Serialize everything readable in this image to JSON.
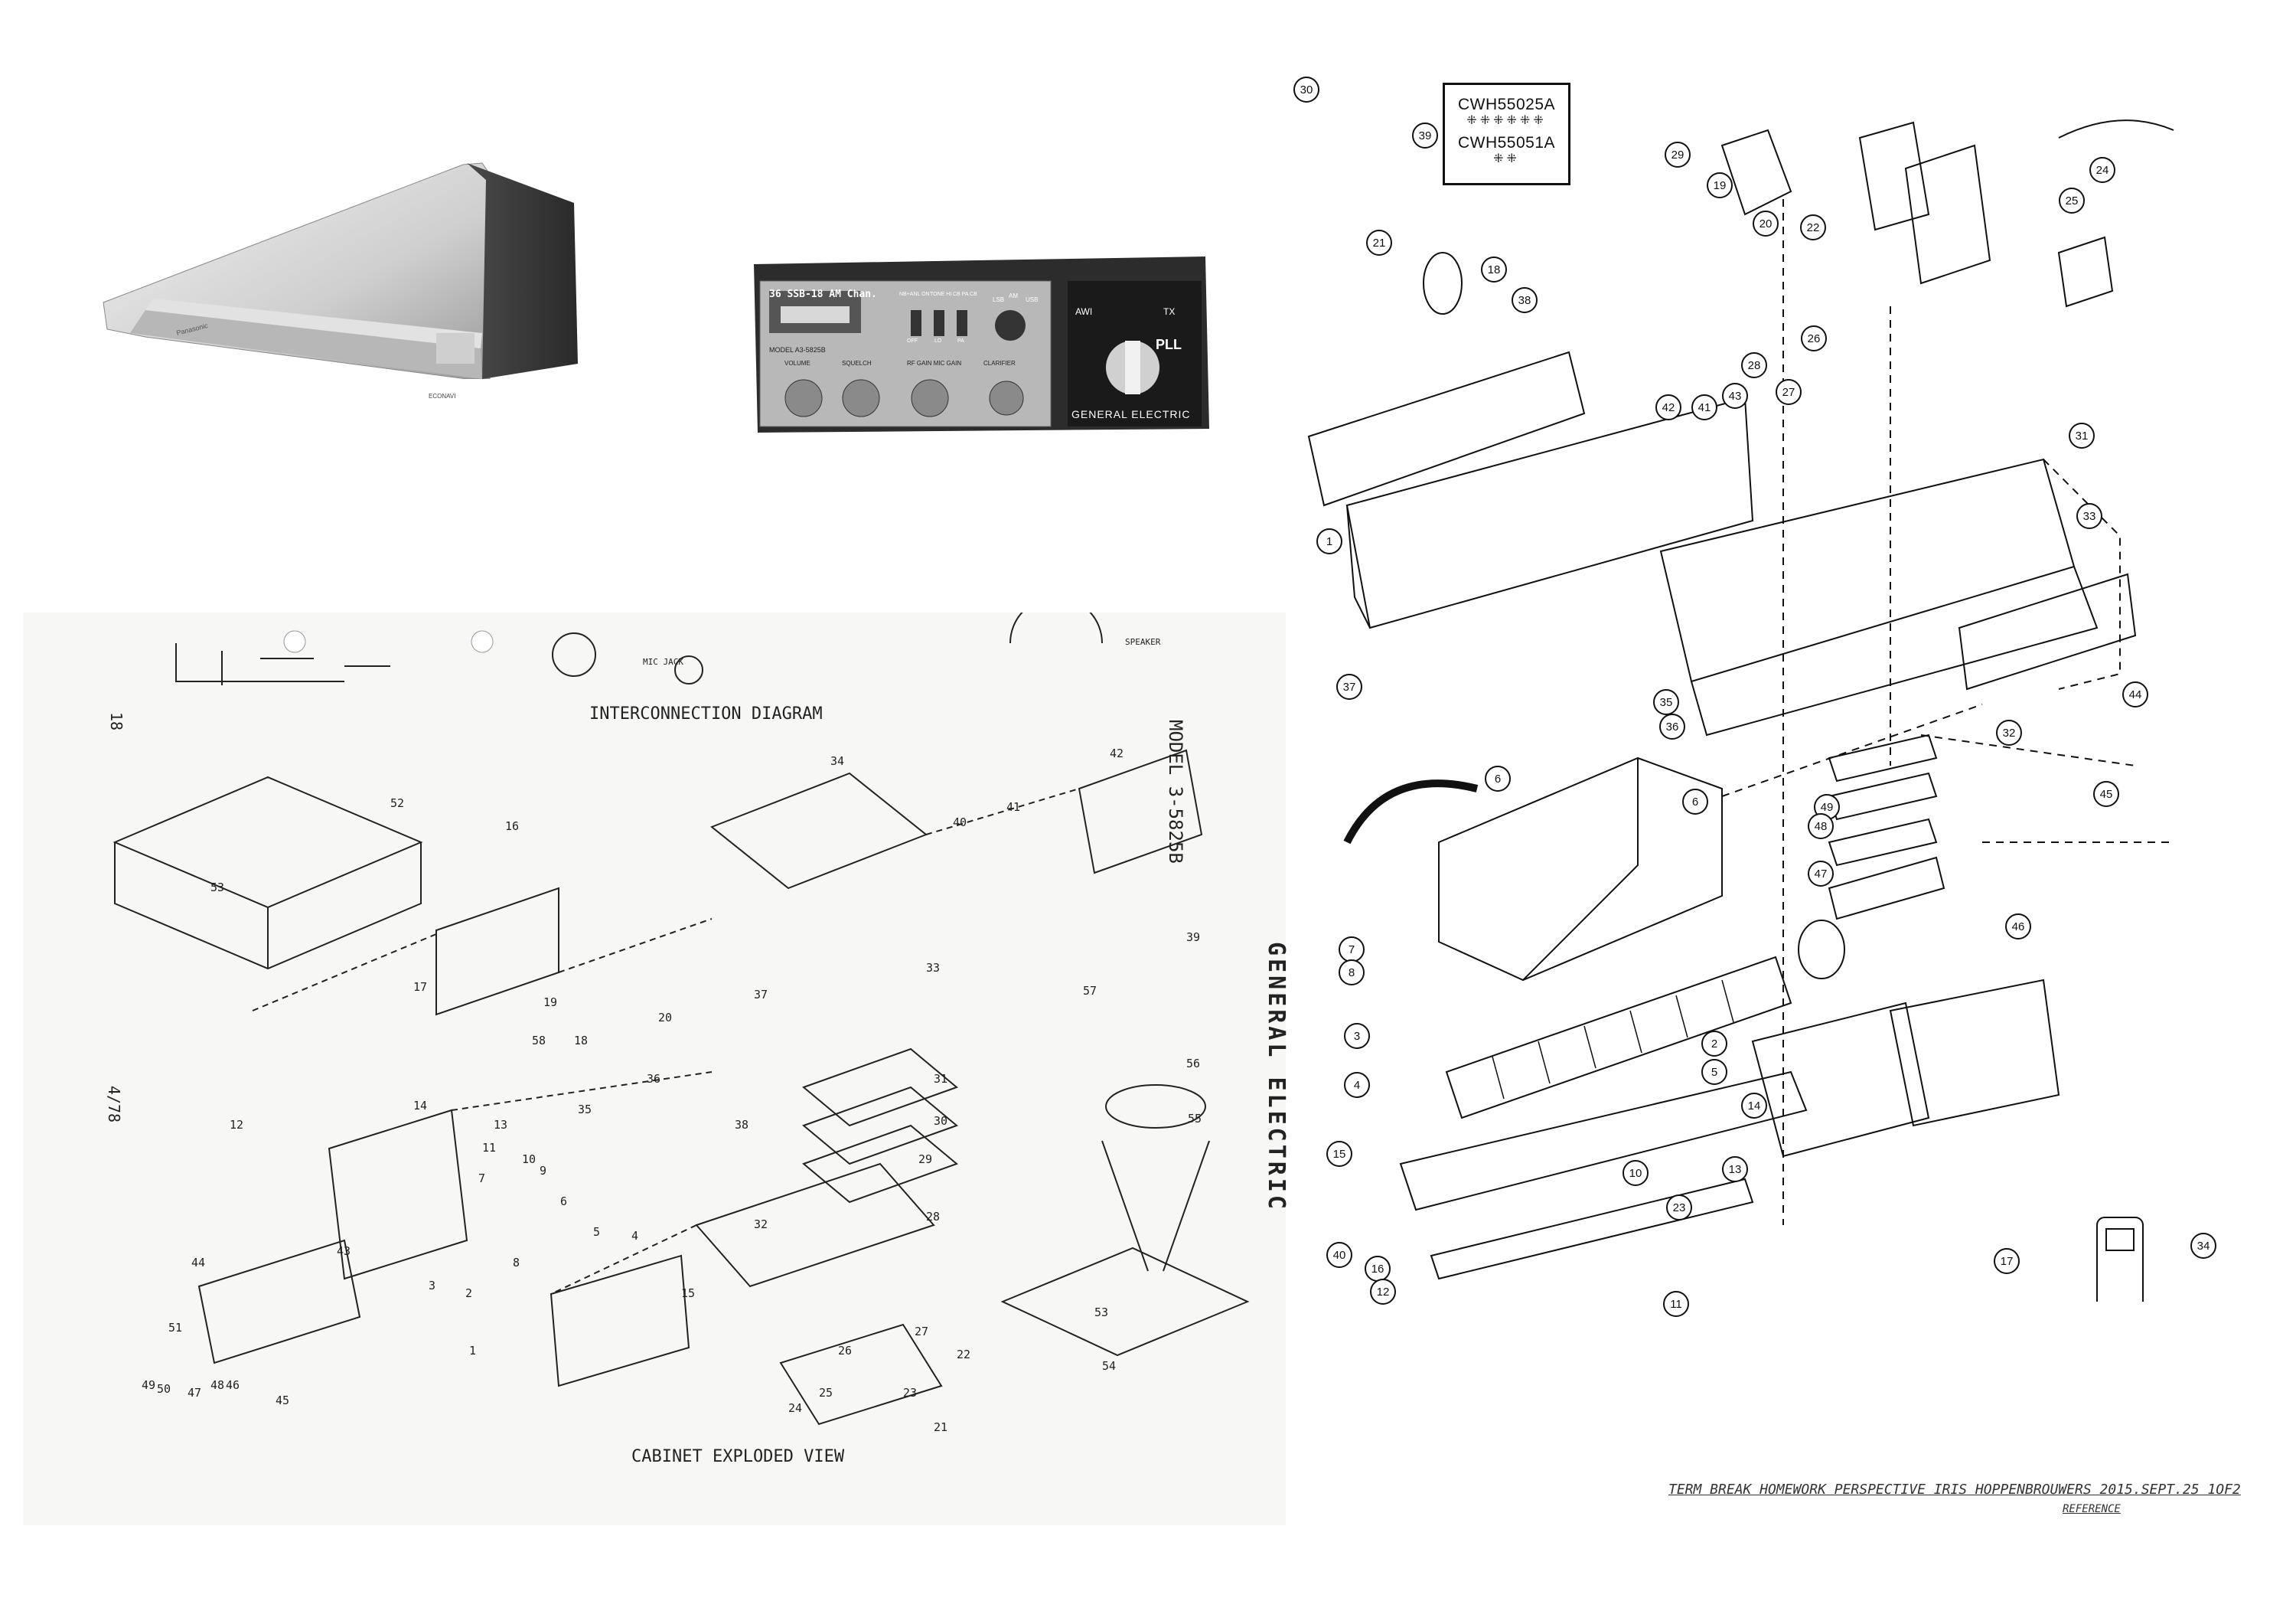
{
  "ac_photo": {
    "brand": "Panasonic",
    "badge": "ECONAVI"
  },
  "radio_photo": {
    "channel_display": "36 SSB-18 AM Chan.",
    "model": "MODEL A3-5825B",
    "brand": "GENERAL ELECTRIC",
    "pll_label": "PLL",
    "awi_label": "AWI",
    "tx_label": "TX",
    "knob_labels": [
      "VOLUME",
      "SQUELCH",
      "RF GAIN MIC GAIN",
      "CLARIFIER"
    ],
    "switch_labels": [
      "NB+ANL ON",
      "TONE HI",
      "CB PA CB"
    ],
    "mode_labels": [
      "LSB",
      "AM",
      "USB"
    ],
    "off_label": "OFF",
    "lo_label": "LO",
    "pa_label": "PA"
  },
  "ge_scan": {
    "page_number": "18",
    "side_date": "4/78",
    "model_label": "MODEL 3-5825B",
    "side_brand": "GENERAL ELECTRIC",
    "interconnection_title": "INTERCONNECTION DIAGRAM",
    "speaker_label": "SPEAKER",
    "mic_jack_label": "MIC JACK",
    "exploded_title": "CABINET EXPLODED VIEW",
    "callouts": [
      "52",
      "53",
      "16",
      "17",
      "19",
      "18",
      "20",
      "58",
      "34",
      "42",
      "41",
      "40",
      "39",
      "33",
      "37",
      "36",
      "35",
      "38",
      "31",
      "30",
      "29",
      "28",
      "32",
      "57",
      "56",
      "55",
      "53",
      "54",
      "12",
      "14",
      "13",
      "11",
      "10",
      "9",
      "7",
      "6",
      "5",
      "4",
      "8",
      "3",
      "2",
      "1",
      "43",
      "44",
      "15",
      "22",
      "27",
      "26",
      "25",
      "24",
      "23",
      "21",
      "51",
      "50",
      "49",
      "47",
      "48",
      "46",
      "45"
    ]
  },
  "panasonic_diagram": {
    "kit_codes": [
      "CWH55025A",
      "CWH55051A"
    ],
    "callouts": [
      "39",
      "21",
      "38",
      "18",
      "29",
      "19",
      "20",
      "22",
      "24",
      "25",
      "42",
      "41",
      "43",
      "28",
      "27",
      "26",
      "31",
      "33",
      "1",
      "44",
      "35",
      "36",
      "32",
      "37",
      "6",
      "6",
      "49",
      "48",
      "47",
      "45",
      "46",
      "7",
      "8",
      "2",
      "3",
      "4",
      "5",
      "14",
      "15",
      "10",
      "13",
      "23",
      "40",
      "16",
      "12",
      "11",
      "17",
      "34",
      "30"
    ]
  },
  "footer": {
    "credit": "TERM BREAK HOMEWORK PERSPECTIVE IRIS HOPPENBROUWERS 2015.SEPT.25 1OF2",
    "reference": "REFERENCE"
  },
  "colors": {
    "ink": "#111111",
    "paper_scan": "#f7f7f5",
    "ac_body": "#d9d9d9",
    "radio_panel": "#c8c8c8"
  }
}
